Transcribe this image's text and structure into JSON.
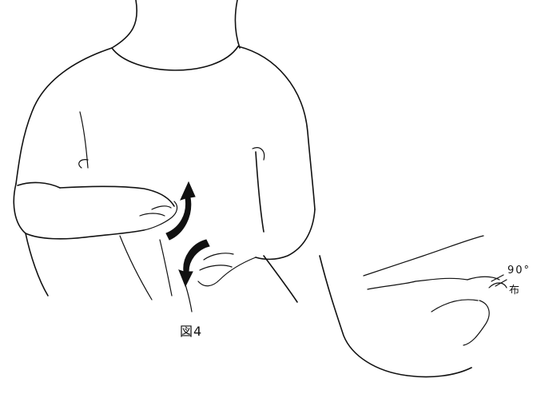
{
  "figure": {
    "caption": "図4",
    "annotations": {
      "angle": "90°",
      "cloth": "布"
    }
  }
}
